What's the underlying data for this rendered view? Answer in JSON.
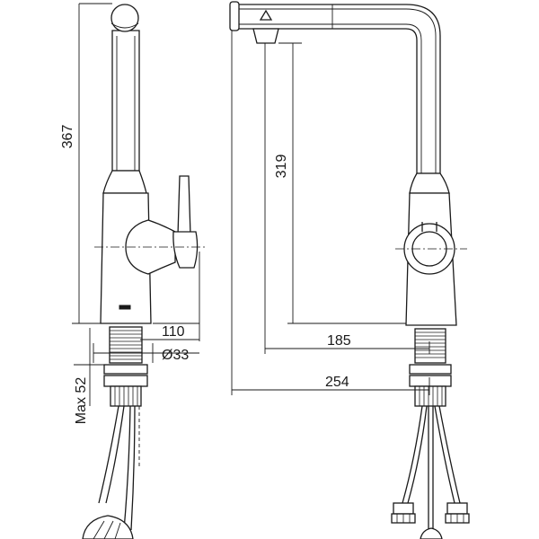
{
  "diagram": {
    "colors": {
      "line": "#1a1a1a",
      "background": "#ffffff"
    },
    "dimensions": {
      "total_height": "367",
      "spout_height": "319",
      "base_depth": "110",
      "thread_diameter": "Ø33",
      "max_thickness": "Max 52",
      "spout_inner_reach": "185",
      "spout_reach": "254"
    }
  }
}
